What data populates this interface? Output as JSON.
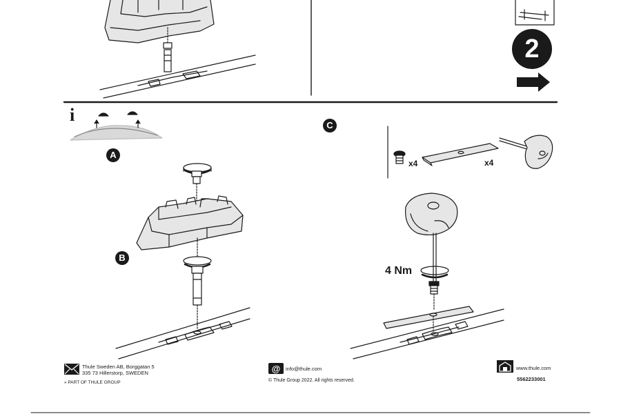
{
  "step": {
    "number": "2"
  },
  "panels": {
    "a": {
      "letter": "A"
    },
    "b": {
      "letter": "B"
    },
    "c": {
      "letter": "C"
    }
  },
  "info": {
    "symbol": "i"
  },
  "parts": {
    "screw_qty": "x4",
    "plate_qty": "x4"
  },
  "torque": {
    "value": "4 Nm"
  },
  "footer": {
    "company_line1": "Thule Sweden AB, Borggatan 5",
    "company_line2": "335 73 Hillerstorp, SWEDEN",
    "group": "PART OF THULE GROUP",
    "email": "info@thule.com",
    "copyright": "© Thule Group 2022. All rights reserved.",
    "website": "www.thule.com",
    "part_number": "5562233001"
  },
  "icons": {
    "mail": "envelope-icon",
    "email": "at-sign-icon",
    "web": "house-icon",
    "arrow": "right-arrow-icon"
  }
}
